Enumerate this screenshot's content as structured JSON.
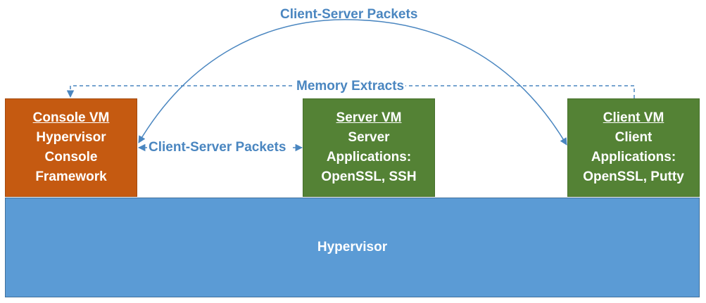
{
  "labels": {
    "top_packets": "Client-Server Packets",
    "memory_extracts": "Memory Extracts",
    "mid_packets": "Client-Server Packets"
  },
  "console_vm": {
    "title": "Console VM",
    "lines": [
      "Hypervisor",
      "Console",
      "Framework"
    ]
  },
  "server_vm": {
    "title": "Server VM",
    "lines": [
      "Server",
      "Applications:",
      "OpenSSL, SSH"
    ]
  },
  "client_vm": {
    "title": "Client VM",
    "lines": [
      "Client",
      "Applications:",
      "OpenSSL, Putty"
    ]
  },
  "hypervisor": {
    "label": "Hypervisor"
  },
  "colors": {
    "console_vm": "#c55a11",
    "server_vm": "#548235",
    "client_vm": "#548235",
    "hypervisor": "#5b9bd5",
    "arrow": "#4a86c0"
  }
}
